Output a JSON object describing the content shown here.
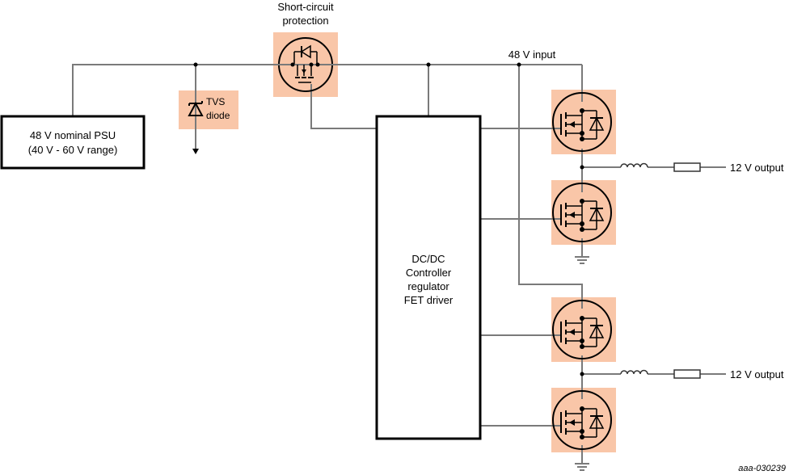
{
  "diagram": {
    "psu": {
      "line1": "48 V nominal PSU",
      "line2": "(40 V - 60 V range)"
    },
    "tvs": {
      "line1": "TVS",
      "line2": "diode"
    },
    "short_circuit": {
      "line1": "Short-circuit",
      "line2": "protection"
    },
    "input_label": "48 V input",
    "controller": {
      "line1": "DC/DC",
      "line2": "Controller",
      "line3": "regulator",
      "line4": "FET driver"
    },
    "outputs": [
      {
        "label": "12 V output"
      },
      {
        "label": "12 V output"
      }
    ],
    "reference": "aaa-030239",
    "colors": {
      "highlight": "#f9c6a8",
      "wire": "#7a7a7a",
      "outline": "#000000"
    }
  }
}
